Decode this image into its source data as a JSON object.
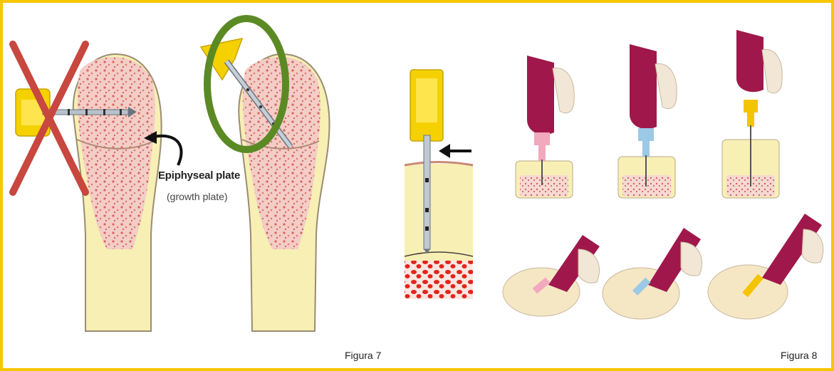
{
  "figure7": {
    "caption": "Figura 7",
    "plate_label": "Epiphyseal plate",
    "plate_sublabel": "(growth plate)"
  },
  "figure8": {
    "caption": "Figura 8"
  },
  "colors": {
    "frame": "#f7c600",
    "bone_marrow": "#f1c6c0",
    "bone_shaft": "#f7eeb0",
    "cross": "#c8473e",
    "ring": "#5b8a25",
    "needle_hub": "#f5d100",
    "driver": "#a0184b"
  },
  "icons": {
    "wrong": "red-x-icon",
    "correct": "green-ring-icon",
    "pointer": "arrow-left-icon"
  }
}
